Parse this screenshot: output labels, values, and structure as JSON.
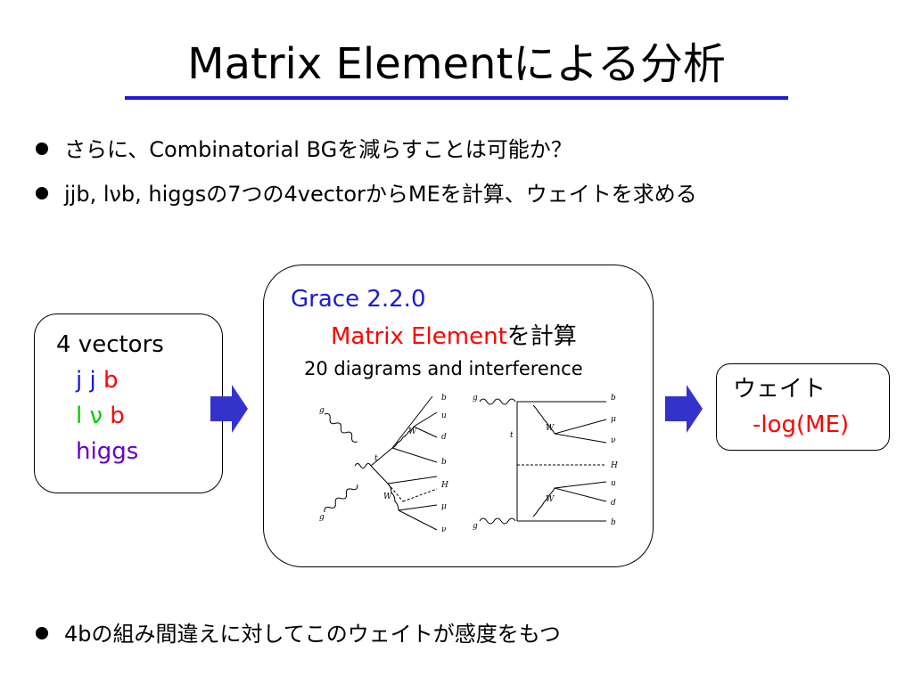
{
  "title": "Matrix Elementによる分析",
  "bullets": [
    "さらに、Combinatorial BGを減らすことは可能か？",
    "jjb, lνb, higgsの7つの4vectorからMEを計算、ウェイトを求める"
  ],
  "bottom_bullet": "4bの組み間違えに対してこのウェイトが感度をもつ",
  "input_box": {
    "heading": "4 vectors",
    "jj": "j j",
    "b1": "b",
    "lnu": "l ν",
    "b2": "b",
    "higgs": "higgs"
  },
  "grace_box": {
    "version": "Grace 2.2.0",
    "me_label": "Matrix Element",
    "me_suffix": "を計算",
    "diagrams": "20 diagrams and interference"
  },
  "output_box": {
    "heading": "ウェイト",
    "value": "-log(ME)"
  },
  "diagram_labels": {
    "g": "g",
    "t": "t",
    "W": "W",
    "H": "H",
    "b": "b",
    "u": "u",
    "d": "d",
    "mu": "μ",
    "numu": "ν",
    "mu_sub": "μ",
    "dbar": "d",
    "bbar": "b"
  },
  "colors": {
    "rule": "#1a1ad6",
    "blue_text": "#1a1ad6",
    "red_text": "#ff0000",
    "green_text": "#00cc00",
    "purple_text": "#6600cc",
    "arrow_fill": "#3333cc"
  }
}
